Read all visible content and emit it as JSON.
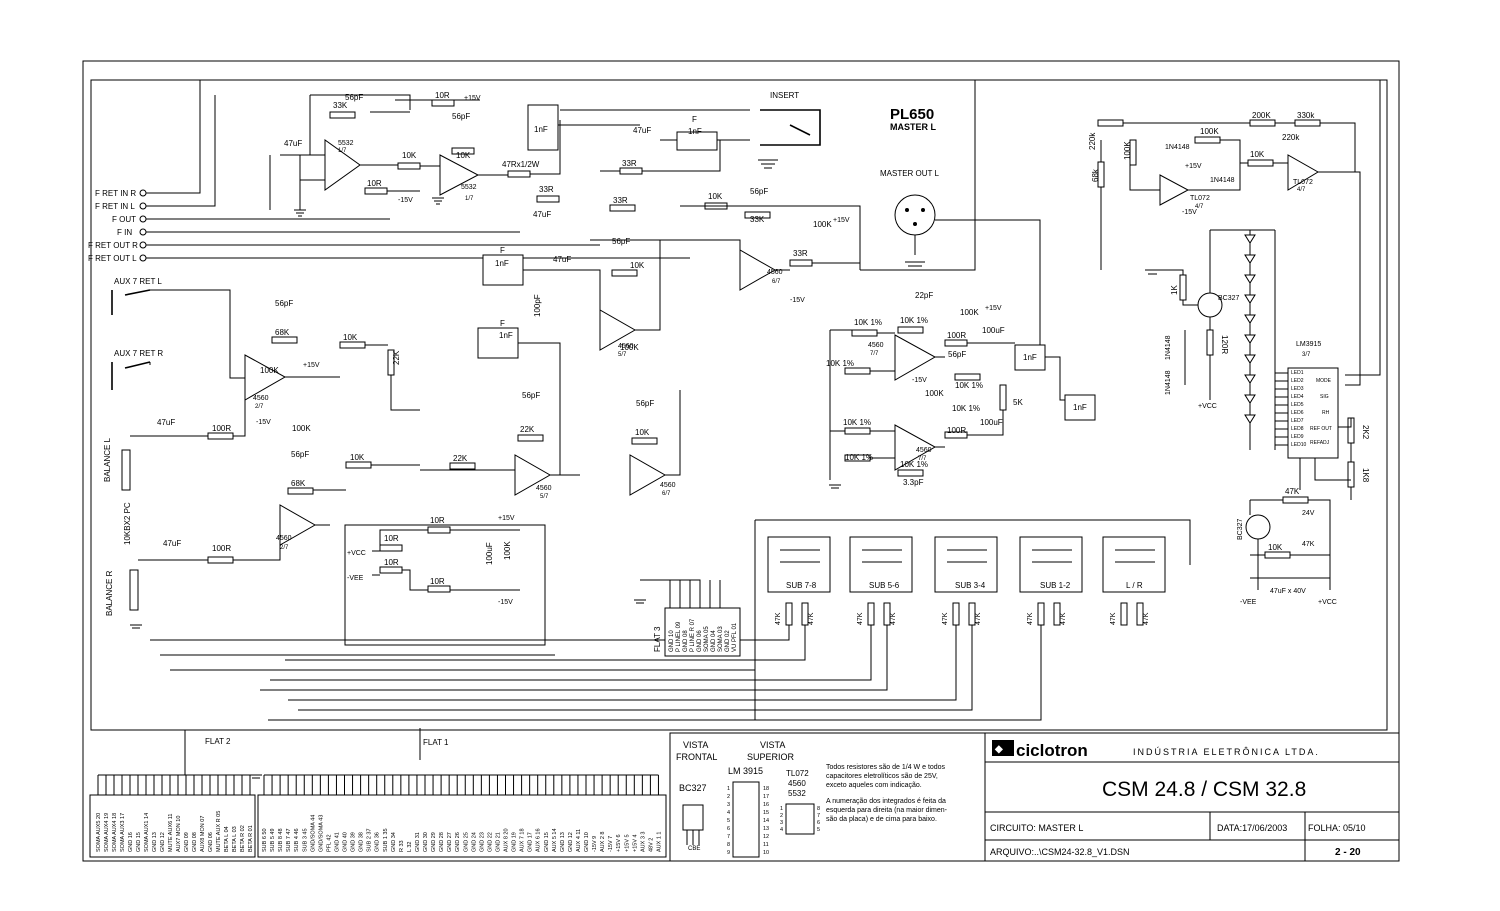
{
  "title": {
    "model": "PL650",
    "section": "MASTER L"
  },
  "connectors_left": [
    "F RET IN R",
    "F RET IN L",
    "F OUT",
    "F IN",
    "F RET OUT R",
    "F RET OUT L"
  ],
  "jacks": {
    "aux_l": "AUX 7 RET L",
    "aux_r": "AUX 7 RET R",
    "insert": "INSERT",
    "master_out": "MASTER OUT L"
  },
  "pots": {
    "bal_l": "BALANCE L",
    "bal_r": "BALANCE R",
    "pot_type": "10KBX2 PC"
  },
  "opamps": {
    "u1": [
      "5532",
      "1/7"
    ],
    "u2": [
      "5532",
      "1/7"
    ],
    "u3": [
      "4560",
      "2/7"
    ],
    "u4": [
      "4560",
      "2/7"
    ],
    "u5": [
      "4560",
      "5/7"
    ],
    "u6": [
      "4560",
      "5/7"
    ],
    "u7": [
      "4560",
      "6/7"
    ],
    "u8": [
      "4560",
      "6/7"
    ],
    "u9": [
      "4560",
      "7/7"
    ],
    "u10": [
      "4560",
      "7/7"
    ],
    "u11": [
      "TL072",
      "4/7"
    ],
    "u12": [
      "TL072",
      "4/7"
    ]
  },
  "components": {
    "c56p": "56pF",
    "r33k": "33K",
    "r10r": "10R",
    "p15v": "+15V",
    "m15v": "-15V",
    "c47u": "47uF",
    "r10k": "10K",
    "r100k": "100K",
    "r47r": "47Rx1/2W",
    "r33r": "33R",
    "c1n": "1nF",
    "f": "F",
    "r68k": "68K",
    "r22k": "22K",
    "r100r": "100R",
    "c100p": "100pF",
    "r5k": "5K",
    "r10k1": "10K 1%",
    "c22p": "22pF",
    "c100u": "100uF",
    "c3p3": "3.3pF",
    "r200k": "200K",
    "r330k": "330k",
    "r220k": "220k",
    "r68": "68k",
    "r100k2": "100K",
    "d4148": "1N4148",
    "bc327": "BC327",
    "r120": "120R",
    "r1k": "1K",
    "lm3915": "LM3915",
    "lm_part": "3/7",
    "r2k2": "2K2",
    "r1k8": "1K8",
    "r47k": "47K",
    "z24": "24V",
    "c47u40": "47uF x 40V",
    "vcc": "+VCC",
    "vee": "-VEE",
    "r47kb": "47K",
    "lm_pins": [
      "LED1",
      "LED2",
      "LED3",
      "LED4",
      "LED5",
      "LED6",
      "LED7",
      "LED8",
      "LED9",
      "LED10"
    ],
    "lm_right": [
      "MODE",
      "SIG",
      "RH",
      "REF OUT",
      "REFADJ"
    ]
  },
  "switch_banks": [
    "SUB 7-8",
    "SUB 5-6",
    "SUB 3-4",
    "SUB 1-2",
    "L / R"
  ],
  "flat3": {
    "label": "FLAT 3",
    "pins": [
      "GND 10",
      "P LINEL 09",
      "GND 08",
      "P LINE R 07",
      "GND 06",
      "SOMA 05",
      "GND 04",
      "SOMA 03",
      "GND 02",
      "VU PFL 01"
    ]
  },
  "flat2": {
    "label": "FLAT 2",
    "pins": [
      "SOMA AUX5 20",
      "SOMA AUX4 19",
      "SOMA AUX4 18",
      "SOMA AUX3 17",
      "GND 16",
      "GND 15",
      "SOMA AUX1 14",
      "GND 13",
      "GND 12",
      "MUTE AUX6 11",
      "AUX7 MON 10",
      "GND 09",
      "GND 08",
      "AUX8 MON 07",
      "GND 06",
      "MUTE AUX R 05",
      "BETA L 04",
      "BETA L 03",
      "BETA R 02",
      "BETA R 01"
    ]
  },
  "flat1": {
    "label": "FLAT 1",
    "pins": [
      "SUB 6 50",
      "SUB 5 49",
      "SUB 8 48",
      "SUB 7 47",
      "SUB 4 46",
      "SUB 3 45",
      "GND/SOMA 44",
      "GND/SOMA 43",
      "PFL 42",
      "GND 41",
      "GND 40",
      "GND 39",
      "GND 38",
      "SUB 2 37",
      "GND 36",
      "SUB 1 35",
      "GND 34",
      "R 33",
      "L 32",
      "GND 31",
      "GND 30",
      "GND 29",
      "GND 28",
      "GND 27",
      "GND 26",
      "GND 25",
      "GND 24",
      "GND 23",
      "GND 22",
      "GND 21",
      "AUX 8 20",
      "GND 19",
      "AUX 7 18",
      "GND 17",
      "AUX 6 16",
      "GND 15",
      "AUX 5 14",
      "GND 13",
      "GND 12",
      "AUX 4 11",
      "GND 10",
      "-15V 9",
      "AUX 2 8",
      "-15V 7",
      "+15V 6",
      "+15V 5",
      "+15V 4",
      "AUX 3 3",
      "48V 2",
      "AUX 1 1"
    ]
  },
  "views": {
    "frontal": "VISTA\nFRONTAL",
    "superior": "VISTA\nSUPERIOR",
    "bc327": "BC327",
    "cbe": "CBE",
    "lm3915": "LM 3915",
    "tl072": "TL072\n4560\n5532",
    "pins_left": [
      "1",
      "2",
      "3",
      "4",
      "5",
      "6",
      "7",
      "8",
      "9"
    ],
    "pins_right": [
      "18",
      "17",
      "16",
      "15",
      "14",
      "13",
      "12",
      "11",
      "10"
    ],
    "pins8_left": [
      "1",
      "2",
      "3",
      "4"
    ],
    "pins8_right": [
      "8",
      "7",
      "6",
      "5"
    ]
  },
  "notes": {
    "note1": "Todos resistores são de 1/4 W e todos capacitores eletrolíticos são de 25V, exceto aqueles com indicação.",
    "note2": "A numeração dos integrados é feita da esquerda para direita (na maior dimensão da placa) e de cima para baixo."
  },
  "title_block": {
    "company": "ciclotron",
    "company_sub": "INDÚSTRIA ELETRÔNICA LTDA.",
    "product": "CSM 24.8 / CSM 32.8",
    "circuit": "CIRCUITO: MASTER L",
    "date": "DATA:17/06/2003",
    "sheet": "FOLHA: 05/10",
    "file": "ARQUIVO:..\\CSM24-32.8_V1.DSN",
    "page": "2 - 20"
  }
}
